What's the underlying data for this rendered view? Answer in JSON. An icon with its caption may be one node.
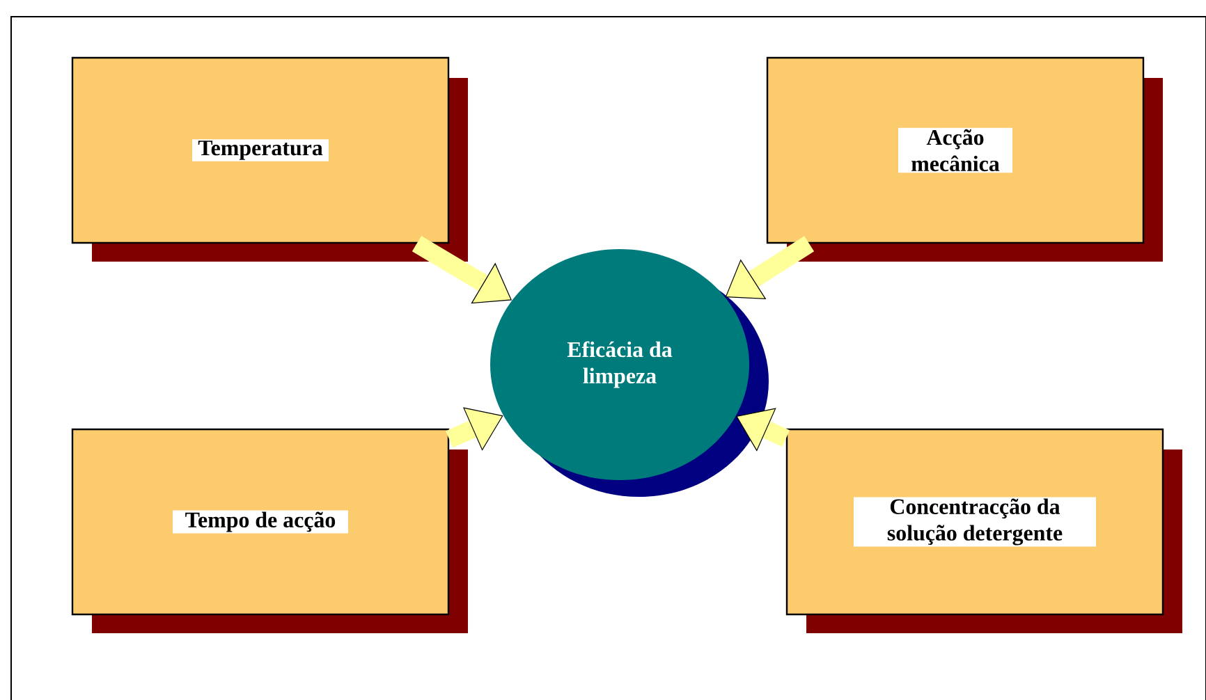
{
  "diagram": {
    "nodes": [
      {
        "text": [
          "Temperatura"
        ]
      },
      {
        "text": [
          "Acção mecânica"
        ]
      },
      {
        "text": [
          "Tempo de acção"
        ]
      },
      {
        "text": [
          "Concentracção da solução detergente"
        ]
      },
      {
        "text": [
          "Eficácia da limpeza"
        ]
      }
    ],
    "edges": [
      {
        "from": 0,
        "to": 4,
        "arrow": "to"
      },
      {
        "from": 1,
        "to": 4,
        "arrow": "to"
      },
      {
        "from": 2,
        "to": 4,
        "arrow": "to"
      },
      {
        "from": 3,
        "to": 4,
        "arrow": "to"
      }
    ]
  }
}
